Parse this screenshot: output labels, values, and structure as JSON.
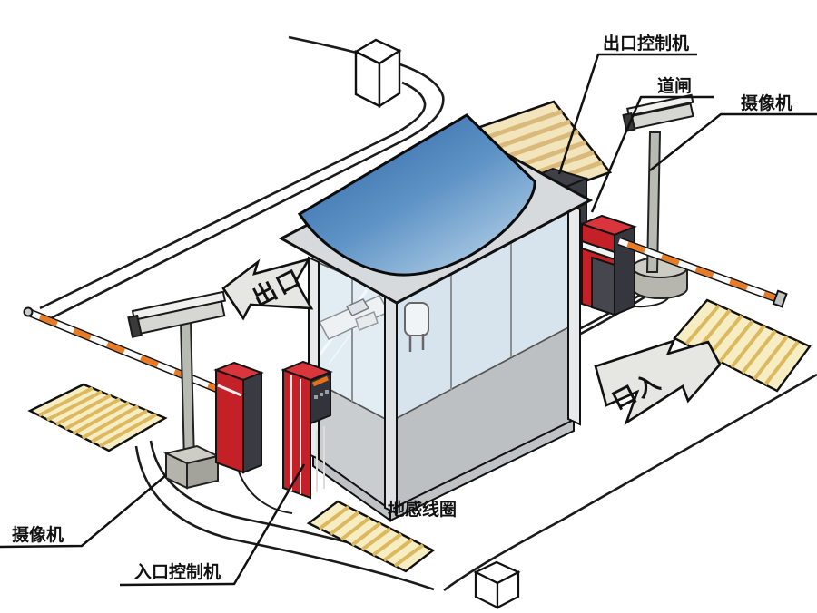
{
  "labels": {
    "exit_controller": "出口控制机",
    "barrier_gate": "道闸",
    "camera_right": "摄像机",
    "camera_left": "摄像机",
    "entrance_controller": "入口控制机",
    "ground_loop": "地感线圈"
  },
  "signs": {
    "exit": "出口",
    "entrance": "口入"
  },
  "colors": {
    "machine_red": "#c32127",
    "machine_red_top": "#d8363c",
    "machine_dark_panel": "#3a3a42",
    "roof_blue_dark": "#28609f",
    "roof_blue_light": "#b7d2e8",
    "awning_tan": "#f2e4bb",
    "awning_stripe": "#d9ba7a",
    "ground_loop_yellow": "#f7edc2",
    "ground_loop_stripe": "#dcb85e",
    "barrier_arm_orange": "#e87b26",
    "display_orange": "#e8701a",
    "outline_black": "#1a1a1a"
  }
}
